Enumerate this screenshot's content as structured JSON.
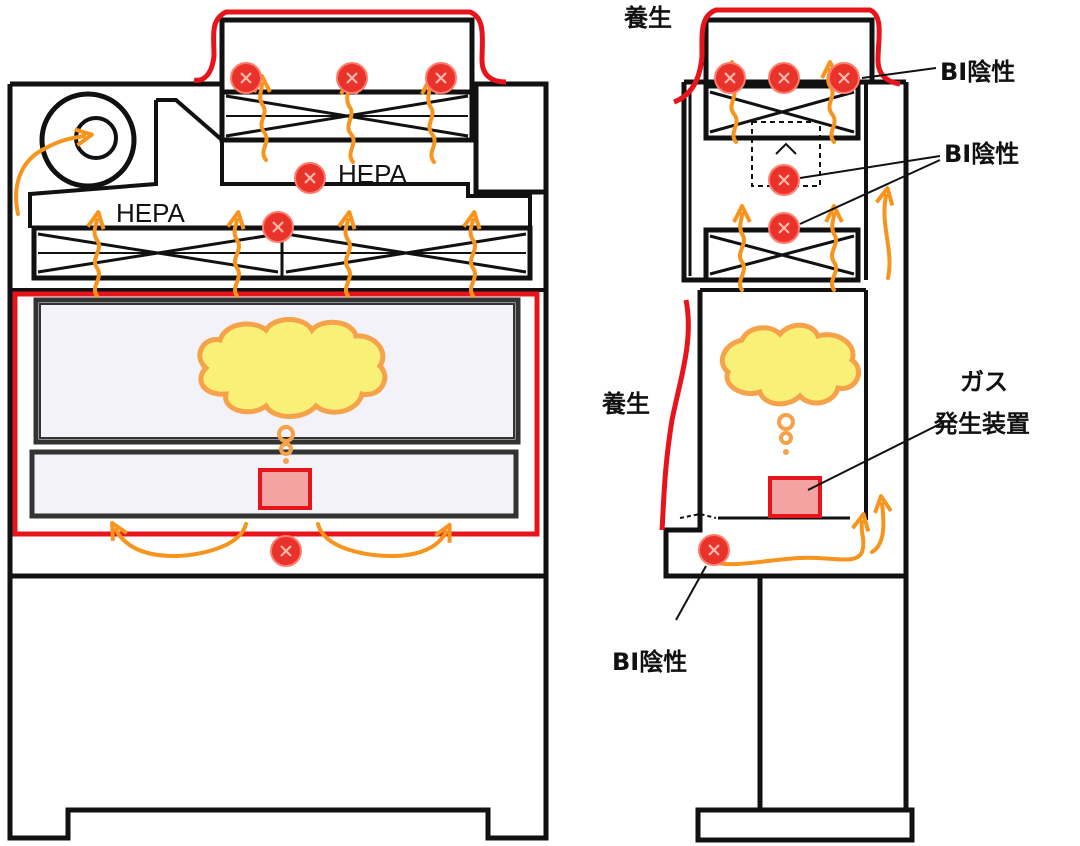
{
  "labels": {
    "hepa_upper": "HEPA",
    "hepa_lower": "HEPA",
    "curing_top": "養生",
    "curing_side": "養生",
    "bi_negative_1": "BI陰性",
    "bi_negative_2": "BI陰性",
    "bi_negative_3": "BI陰性",
    "gas_device_line1": "ガス",
    "gas_device_line2": "発生装置"
  },
  "colors": {
    "structure": "#111111",
    "sealing": "#e8141c",
    "airflow_arrow": "#f7941d",
    "bi_marker": "#e8322a",
    "bi_marker_edge": "#ff8a7a",
    "gas_cloud": "#f9f078",
    "gas_cloud_edge": "#f5a24a",
    "device_fill": "#f4a3a3",
    "device_edge": "#e8141c",
    "glass": "#f2f2f8",
    "glass_edge": "#333333"
  },
  "icons": {
    "bi_marker": "red-circle-x-icon",
    "airflow": "wavy-arrow-icon",
    "fan": "blower-fan-icon",
    "gas": "gas-cloud-icon"
  }
}
